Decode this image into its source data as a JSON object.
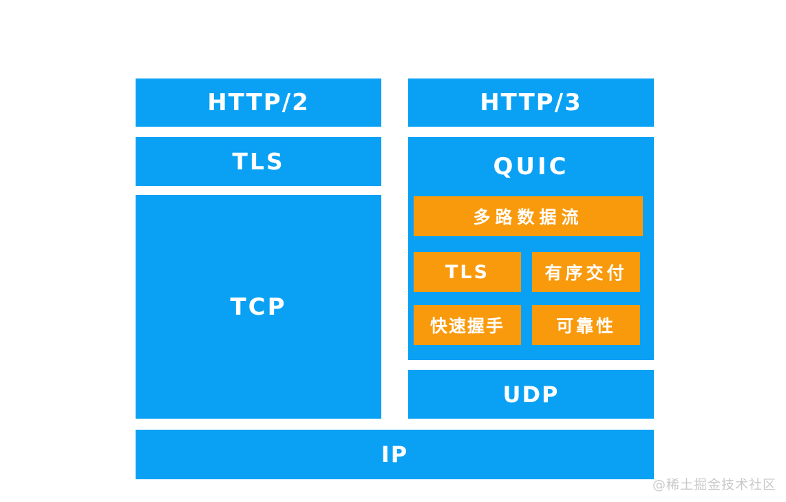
{
  "colors": {
    "background": "#ffffff",
    "box_blue": "#0aa1f5",
    "box_orange": "#f99a0d",
    "label_text": "#ffffff",
    "watermark_text": "#c9c9c9"
  },
  "diagram": {
    "left_stack": {
      "http2": "HTTP/2",
      "tls": "TLS",
      "tcp": "TCP"
    },
    "right_stack": {
      "http3": "HTTP/3",
      "quic": {
        "label": "QUIC",
        "features": {
          "multiplexing": "多路数据流",
          "tls": "TLS",
          "ordered_delivery": "有序交付",
          "fast_handshake": "快速握手",
          "reliability": "可靠性"
        }
      },
      "udp": "UDP"
    },
    "ip": "IP"
  },
  "watermark": "@稀土掘金技术社区"
}
